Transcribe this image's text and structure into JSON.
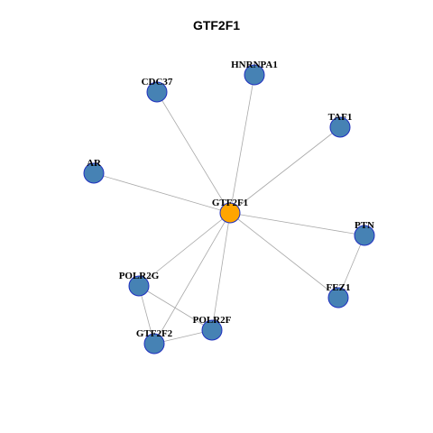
{
  "title": "GTF2F1",
  "colors": {
    "hub_fill": "#FFA500",
    "node_fill": "#4682B4",
    "node_stroke": "#1F2FBF",
    "edge": "#A9A9A9"
  },
  "nodes": [
    {
      "id": "GTF2F1",
      "label": "GTF2F1",
      "hub": true
    },
    {
      "id": "HNRNPA1",
      "label": "HNRNPA1",
      "hub": false
    },
    {
      "id": "CDC37",
      "label": "CDC37",
      "hub": false
    },
    {
      "id": "TAF1",
      "label": "TAF1",
      "hub": false
    },
    {
      "id": "AR",
      "label": "AR",
      "hub": false
    },
    {
      "id": "PTN",
      "label": "PTN",
      "hub": false
    },
    {
      "id": "FEZ1",
      "label": "FEZ1",
      "hub": false
    },
    {
      "id": "POLR2G",
      "label": "POLR2G",
      "hub": false
    },
    {
      "id": "POLR2F",
      "label": "POLR2F",
      "hub": false
    },
    {
      "id": "GTF2F2",
      "label": "GTF2F2",
      "hub": false
    }
  ],
  "edges": [
    [
      "GTF2F1",
      "HNRNPA1"
    ],
    [
      "GTF2F1",
      "CDC37"
    ],
    [
      "GTF2F1",
      "TAF1"
    ],
    [
      "GTF2F1",
      "AR"
    ],
    [
      "GTF2F1",
      "PTN"
    ],
    [
      "GTF2F1",
      "FEZ1"
    ],
    [
      "GTF2F1",
      "POLR2G"
    ],
    [
      "GTF2F1",
      "POLR2F"
    ],
    [
      "GTF2F1",
      "GTF2F2"
    ],
    [
      "PTN",
      "FEZ1"
    ],
    [
      "POLR2G",
      "POLR2F"
    ],
    [
      "POLR2G",
      "GTF2F2"
    ],
    [
      "POLR2F",
      "GTF2F2"
    ]
  ]
}
